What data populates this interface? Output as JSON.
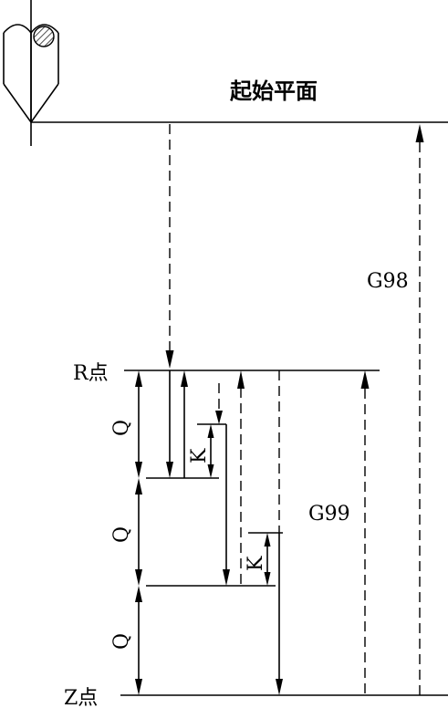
{
  "labels": {
    "initial_plane": "起始平面",
    "r_point": "R点",
    "z_point": "Z点",
    "g98": "G98",
    "g99": "G99",
    "q": "Q",
    "k": "K"
  },
  "colors": {
    "line": "#000000",
    "background": "#ffffff"
  },
  "icons": {
    "tool": "drill-tool-icon"
  }
}
